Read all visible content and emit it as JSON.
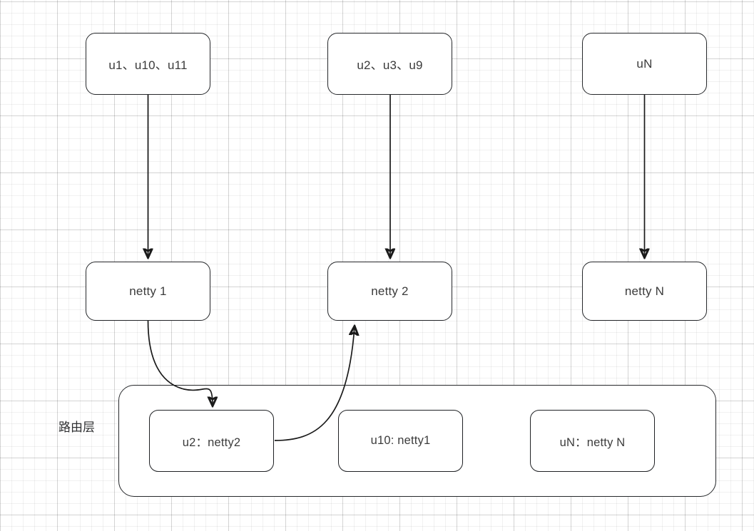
{
  "diagram": {
    "title": "netty routing layer diagram",
    "layer_label": "路由层",
    "colors": {
      "node_border": "#26282b",
      "node_fill": "#ffffff",
      "edge": "#1a1a1a",
      "text": "#3b3b3b",
      "grid_minor": "#f0f0f0",
      "grid_major": "#e0e0e0"
    },
    "clients": [
      {
        "id": "client-1",
        "label": "u1、u10、u11"
      },
      {
        "id": "client-2",
        "label": "u2、u3、u9"
      },
      {
        "id": "client-n",
        "label": "uN"
      }
    ],
    "servers": [
      {
        "id": "netty-1",
        "label": "netty 1"
      },
      {
        "id": "netty-2",
        "label": "netty 2"
      },
      {
        "id": "netty-n",
        "label": "netty N"
      }
    ],
    "routes": [
      {
        "id": "route-u2",
        "label": "u2：netty2"
      },
      {
        "id": "route-u10",
        "label": "u10: netty1"
      },
      {
        "id": "route-un",
        "label": "uN：netty N"
      }
    ],
    "edges": [
      {
        "id": "edge-client1-netty1",
        "from": "client-1",
        "to": "netty-1",
        "style": "straight-arrow"
      },
      {
        "id": "edge-client2-netty2",
        "from": "client-2",
        "to": "netty-2",
        "style": "straight-arrow"
      },
      {
        "id": "edge-clientn-nettyn",
        "from": "client-n",
        "to": "netty-n",
        "style": "straight-arrow"
      },
      {
        "id": "edge-netty1-routeu2",
        "from": "netty-1",
        "to": "route-u2",
        "style": "s-curve-arrow"
      },
      {
        "id": "edge-routeu2-netty2",
        "from": "route-u2",
        "to": "netty-2",
        "style": "curve-arrow"
      }
    ]
  }
}
